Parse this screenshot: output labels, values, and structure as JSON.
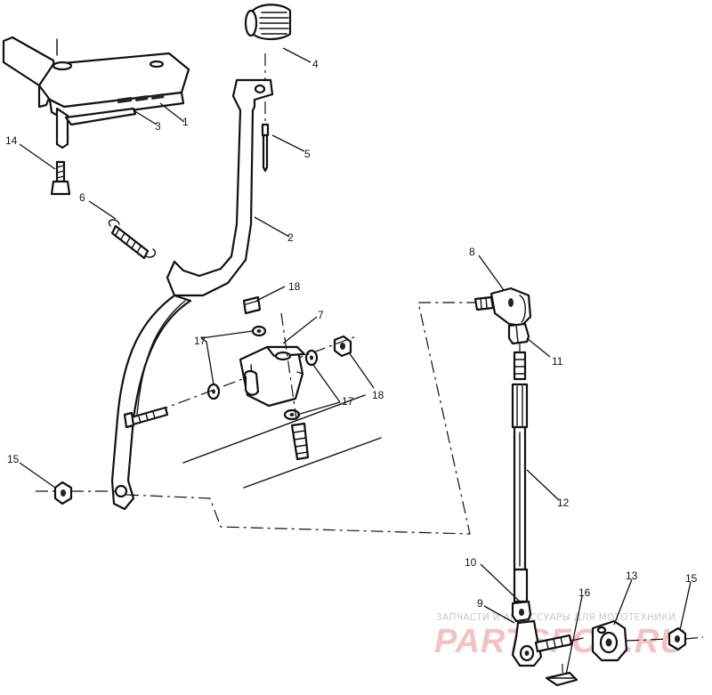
{
  "callouts": {
    "c1": "1",
    "c2": "2",
    "c3": "3",
    "c4": "4",
    "c5": "5",
    "c6": "6",
    "c7": "7",
    "c8": "8",
    "c9": "9",
    "c10": "10",
    "c11": "11",
    "c12": "12",
    "c13": "13",
    "c14": "14",
    "c15a": "15",
    "c15b": "15",
    "c16": "16",
    "c17a": "17",
    "c17b": "17",
    "c18a": "18",
    "c18b": "18"
  },
  "watermark": {
    "tagline": "ЗАПЧАСТИ И АКСЕССУАРЫ ДЛЯ МОТОТЕХНИКИ",
    "logo": "PARTSFOR.RU"
  },
  "colors": {
    "ink": "#111111",
    "watermark_logo": "#f2c3c3",
    "watermark_text": "#c9c9c9",
    "background": "#ffffff"
  }
}
